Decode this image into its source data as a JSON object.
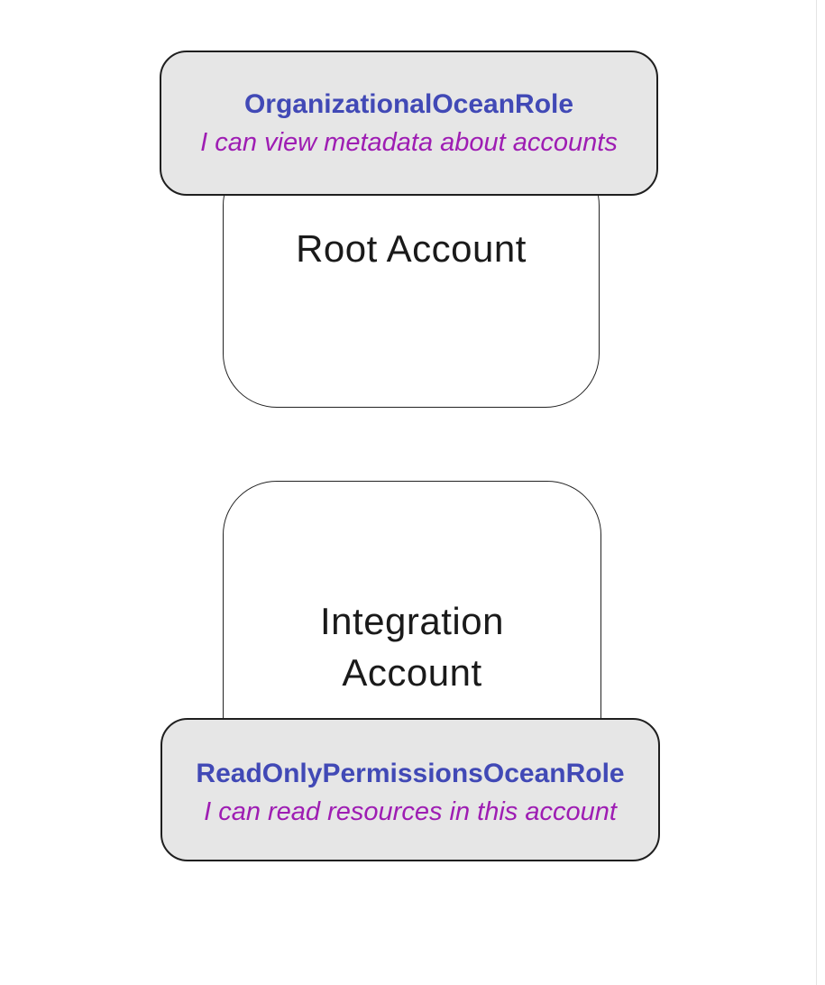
{
  "diagram": {
    "groups": [
      {
        "account_label": "Root Account",
        "role_badge": {
          "name": "OrganizationalOceanRole",
          "description": "I can view metadata about accounts"
        }
      },
      {
        "account_label": "Integration Account",
        "role_badge": {
          "name": "ReadOnlyPermissionsOceanRole",
          "description": "I can read resources in this account"
        }
      }
    ],
    "colors": {
      "role_name_color": "#4149b6",
      "role_description_color": "#9e1db3",
      "badge_fill": "#e6e6e6",
      "badge_border": "#1f1f1f",
      "account_fill": "#ffffff",
      "account_border": "#222222",
      "account_text_color": "#1a1a1a",
      "page_background": "#ffffff",
      "edge_line": "#e4e4e4"
    }
  }
}
